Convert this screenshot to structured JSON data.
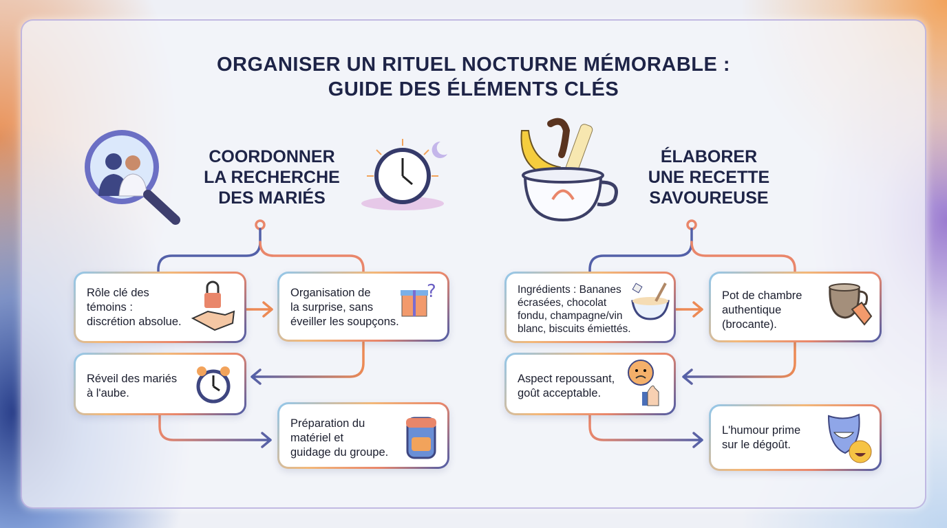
{
  "title": {
    "line1": "ORGANISER UN RITUEL NOCTURNE MÉMORABLE :",
    "line2": "GUIDE DES ÉLÉMENTS CLÉS"
  },
  "left": {
    "heading": "COORDONNER\nLA RECHERCHE\nDES MARIÉS",
    "steps": [
      {
        "text": "Rôle clé des\ntémoins :\ndiscrétion absolue.",
        "icon": "lock-handshake-icon"
      },
      {
        "text": "Organisation de\nla surprise, sans\néveiller les soupçons.",
        "icon": "gift-question-icon"
      },
      {
        "text": "Réveil des mariés\nà l'aube.",
        "icon": "alarm-clock-icon"
      },
      {
        "text": "Préparation du\nmatériel et\nguidage du groupe.",
        "icon": "backpack-icon"
      }
    ]
  },
  "right": {
    "heading": "ÉLABORER\nUNE RECETTE\nSAVOUREUSE",
    "steps": [
      {
        "text": "Ingrédients : Bananes\nécrasées, chocolat\nfondu, champagne/vin\nblanc, biscuits émiettés.",
        "icon": "mixing-bowl-icon"
      },
      {
        "text": "Pot de chambre\nauthentique\n(brocante).",
        "icon": "chamber-pot-tag-icon"
      },
      {
        "text": "Aspect repoussant,\ngoût acceptable.",
        "icon": "worried-face-thumbs-up-icon"
      },
      {
        "text": "L'humour prime\nsur le dégoût.",
        "icon": "theater-mask-laughing-icon"
      }
    ]
  },
  "colors": {
    "title": "#1e2447",
    "arrow_orange": "#ec8a55",
    "arrow_purple": "#5360a8"
  }
}
